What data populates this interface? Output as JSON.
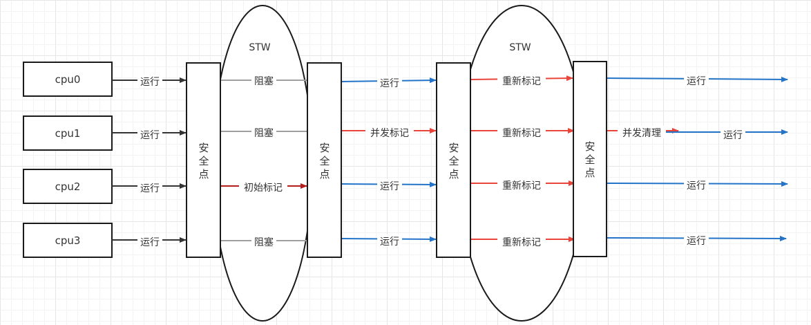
{
  "diagram": {
    "cpus": [
      "cpu0",
      "cpu1",
      "cpu2",
      "cpu3"
    ],
    "stw_labels": [
      "STW",
      "STW"
    ],
    "safepoint_label": [
      "安",
      "全",
      "点"
    ],
    "col1": [
      "运行",
      "运行",
      "运行",
      "运行"
    ],
    "col2": [
      "阻塞",
      "阻塞",
      "初始标记",
      "阻塞"
    ],
    "col3": [
      "运行",
      "并发标记",
      "运行",
      "运行"
    ],
    "col4": [
      "重新标记",
      "重新标记",
      "重新标记",
      "重新标记"
    ],
    "col5": [
      "运行",
      "并发清理",
      "运行",
      "运行"
    ],
    "col5_extra": "运行"
  },
  "colors": {
    "run": "#2374c9",
    "run_dark": "#333333",
    "block": "#a0a0a0",
    "remark": "#e8443a",
    "initial_mark": "#b51c1c"
  }
}
